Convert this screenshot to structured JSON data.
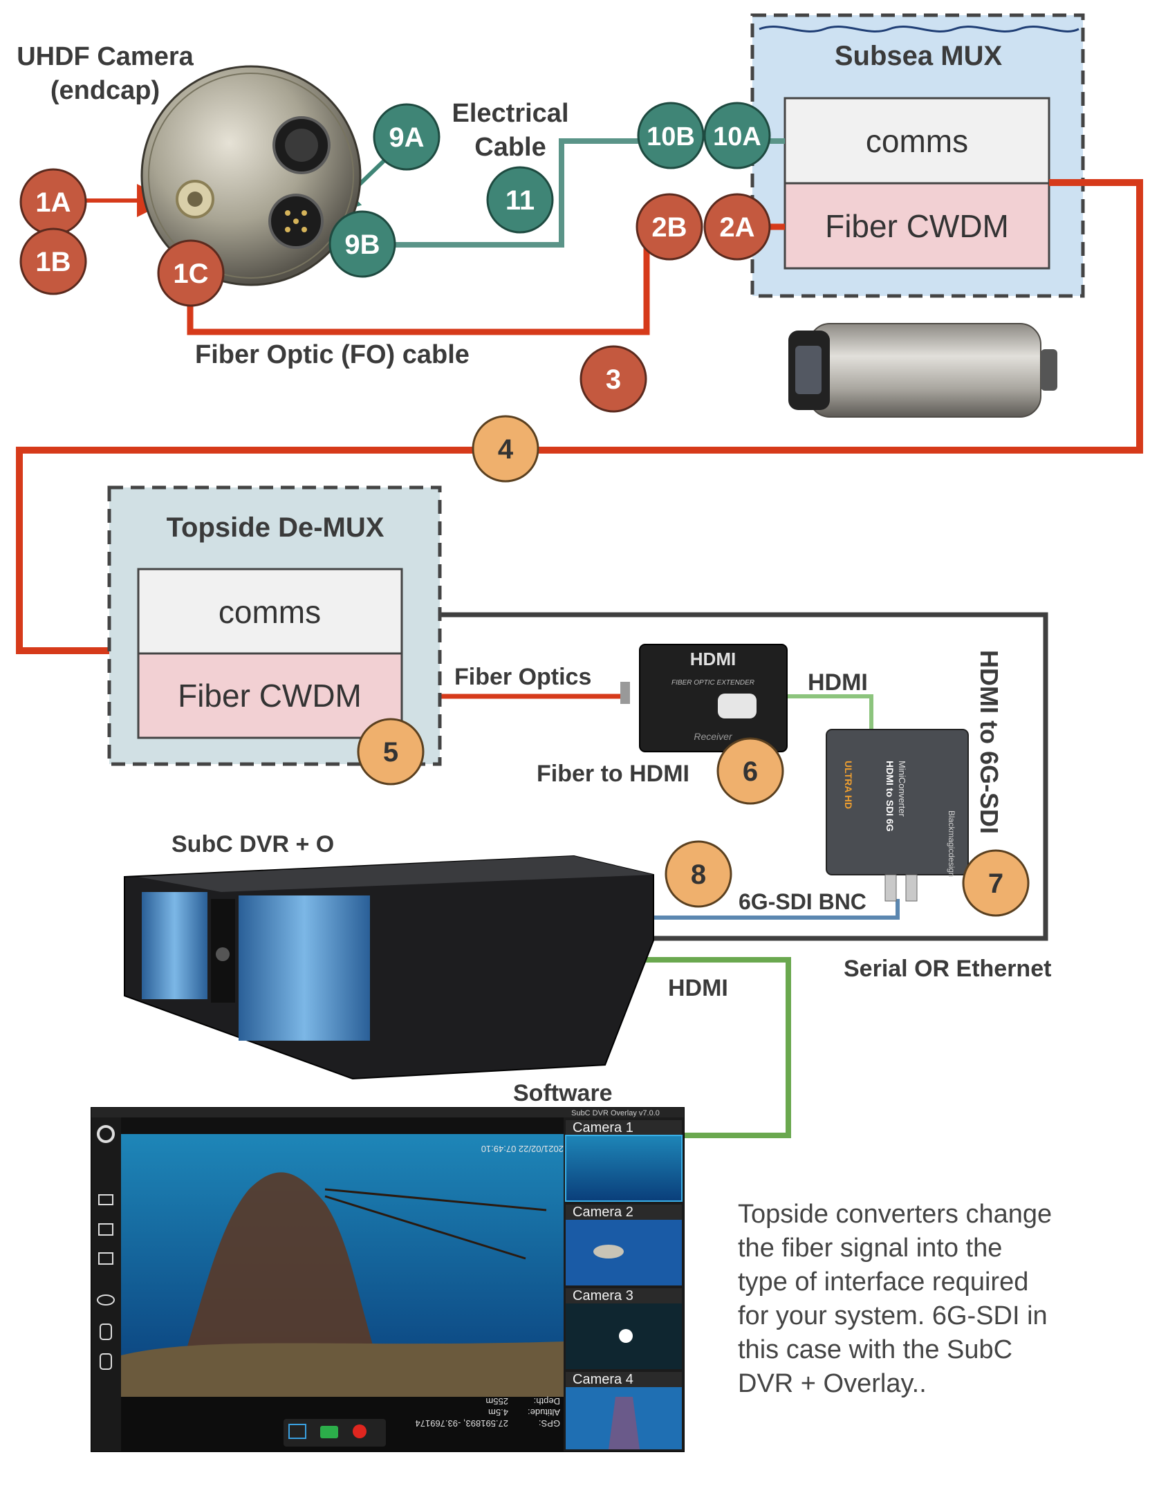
{
  "colors": {
    "fiber": "#d63a1a",
    "electrical": "#5a9488",
    "serial": "#3f3f3f",
    "hdmi": "#6aa84f",
    "sdi": "#5b87b0",
    "badge_red": "#c4593f",
    "badge_teal": "#3f8576",
    "badge_orange": "#efb06d",
    "mux_bg": "#cde1f2",
    "demux_bg": "#d1e0e4",
    "comms_bg": "#f1f1f1",
    "cwdm_bg": "#f2d0d3"
  },
  "labels": {
    "camera_line1": "UHDF Camera",
    "camera_line2": "(endcap)",
    "electrical_line1": "Electrical",
    "electrical_line2": "Cable",
    "fo_cable": "Fiber Optic (FO) cable",
    "fiber_optics": "Fiber Optics",
    "hdmi_top": "HDMI",
    "fiber_to_hdmi": "Fiber to HDMI",
    "hdmi_to_sdi": "HDMI to 6G-SDI",
    "sdi_bnc": "6G-SDI BNC",
    "serial": "Serial OR Ethernet",
    "hdmi_bottom": "HDMI",
    "dvr": "SubC DVR + O",
    "software": "Software"
  },
  "subsea_mux": {
    "title": "Subsea MUX",
    "comms": "comms",
    "cwdm": "Fiber CWDM"
  },
  "topside_demux": {
    "title": "Topside De-MUX",
    "comms": "comms",
    "cwdm": "Fiber CWDM"
  },
  "badges": {
    "b1A": "1A",
    "b1B": "1B",
    "b1C": "1C",
    "b2A": "2A",
    "b2B": "2B",
    "b3": "3",
    "b4": "4",
    "b5": "5",
    "b6": "6",
    "b7": "7",
    "b8": "8",
    "b9A": "9A",
    "b9B": "9B",
    "b10A": "10A",
    "b10B": "10B",
    "b11": "11"
  },
  "devices": {
    "extender_logo": "HDMI",
    "extender_sub": "FIBER OPTIC EXTENDER",
    "extender_receiver": "Receiver",
    "converter_brand": "Blackmagicdesign",
    "converter_line1": "MiniConverter",
    "converter_line2": "HDMI to SDI 6G",
    "converter_uhd": "ULTRA HD"
  },
  "software_ui": {
    "window_title": "SubC DVR Overlay v7.0.0",
    "timestamp": "2021/02/22 07:49:10",
    "cameras": [
      "Camera 1",
      "Camera 2",
      "Camera 3",
      "Camera 4"
    ],
    "overlay": [
      {
        "label": "Depth:",
        "value": "255m"
      },
      {
        "label": "Altitude:",
        "value": "4.5m"
      },
      {
        "label": "GPS:",
        "value": "27.591893, -93.769174"
      }
    ]
  },
  "note_lines": [
    "Topside converters change",
    "the fiber signal into the",
    "type of interface required",
    "for your system. 6G-SDI in",
    "this case with the SubC",
    "DVR + Overlay.."
  ]
}
